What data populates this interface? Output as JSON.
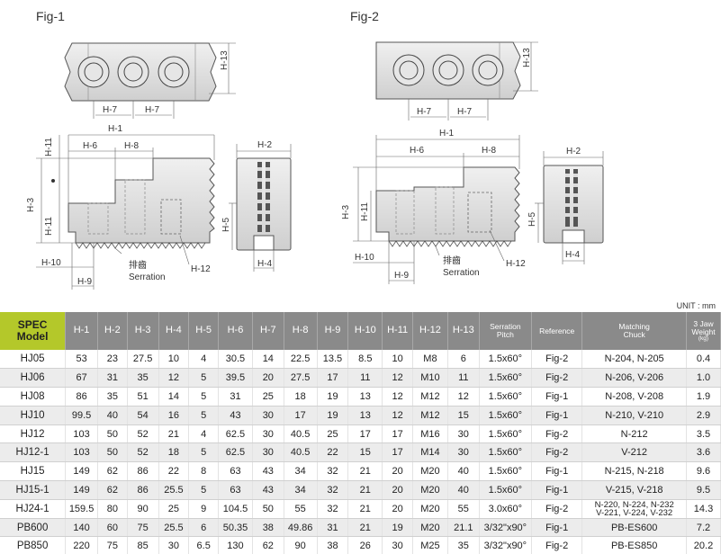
{
  "figures": {
    "fig1_label": "Fig-1",
    "fig2_label": "Fig-2",
    "fig1_dims": {
      "h13": "H-13",
      "h7a": "H-7",
      "h7b": "H-7",
      "h1": "H-1",
      "h6": "H-6",
      "h8": "H-8",
      "h11": "H-11",
      "h3": "H-3",
      "h10": "H-10",
      "h9": "H-9",
      "h12": "H-12",
      "h2": "H-2",
      "h5": "H-5",
      "h4": "H-4",
      "serration_cn": "排齒",
      "serration": "Serration"
    },
    "fig2_dims": {
      "h13": "H-13",
      "h7a": "H-7",
      "h7b": "H-7",
      "h1": "H-1",
      "h6": "H-6",
      "h8": "H-8",
      "h11": "H-11",
      "h3": "H-3",
      "h10": "H-10",
      "h9": "H-9",
      "h12": "H-12",
      "h2": "H-2",
      "h5": "H-5",
      "h4": "H-4",
      "serration_cn": "排齒",
      "serration": "Serration"
    }
  },
  "unit_label": "UNIT : mm",
  "table": {
    "headers": {
      "model_line1": "SPEC",
      "model_line2": "Model",
      "h1": "H-1",
      "h2": "H-2",
      "h3": "H-3",
      "h4": "H-4",
      "h5": "H-5",
      "h6": "H-6",
      "h7": "H-7",
      "h8": "H-8",
      "h9": "H-9",
      "h10": "H-10",
      "h11": "H-11",
      "h12": "H-12",
      "h13": "H-13",
      "pitch_line1": "Serration",
      "pitch_line2": "Pitch",
      "reference": "Reference",
      "chuck_line1": "Matching",
      "chuck_line2": "Chuck",
      "weight_line1": "3 Jaw",
      "weight_line2": "Weight",
      "weight_unit": "(kg)"
    },
    "rows": [
      {
        "model": "HJ05",
        "h1": "53",
        "h2": "23",
        "h3": "27.5",
        "h4": "10",
        "h5": "4",
        "h6": "30.5",
        "h7": "14",
        "h8": "22.5",
        "h9": "13.5",
        "h10": "8.5",
        "h11": "10",
        "h12": "M8",
        "h13": "6",
        "pitch": "1.5x60°",
        "ref": "Fig-2",
        "chuck": "N-204, N-205",
        "chuck2": "",
        "weight": "0.4"
      },
      {
        "model": "HJ06",
        "h1": "67",
        "h2": "31",
        "h3": "35",
        "h4": "12",
        "h5": "5",
        "h6": "39.5",
        "h7": "20",
        "h8": "27.5",
        "h9": "17",
        "h10": "11",
        "h11": "12",
        "h12": "M10",
        "h13": "11",
        "pitch": "1.5x60°",
        "ref": "Fig-2",
        "chuck": "N-206, V-206",
        "chuck2": "",
        "weight": "1.0"
      },
      {
        "model": "HJ08",
        "h1": "86",
        "h2": "35",
        "h3": "51",
        "h4": "14",
        "h5": "5",
        "h6": "31",
        "h7": "25",
        "h8": "18",
        "h9": "19",
        "h10": "13",
        "h11": "12",
        "h12": "M12",
        "h13": "12",
        "pitch": "1.5x60°",
        "ref": "Fig-1",
        "chuck": "N-208, V-208",
        "chuck2": "",
        "weight": "1.9"
      },
      {
        "model": "HJ10",
        "h1": "99.5",
        "h2": "40",
        "h3": "54",
        "h4": "16",
        "h5": "5",
        "h6": "43",
        "h7": "30",
        "h8": "17",
        "h9": "19",
        "h10": "13",
        "h11": "12",
        "h12": "M12",
        "h13": "15",
        "pitch": "1.5x60°",
        "ref": "Fig-1",
        "chuck": "N-210, V-210",
        "chuck2": "",
        "weight": "2.9"
      },
      {
        "model": "HJ12",
        "h1": "103",
        "h2": "50",
        "h3": "52",
        "h4": "21",
        "h5": "4",
        "h6": "62.5",
        "h7": "30",
        "h8": "40.5",
        "h9": "25",
        "h10": "17",
        "h11": "17",
        "h12": "M16",
        "h13": "30",
        "pitch": "1.5x60°",
        "ref": "Fig-2",
        "chuck": "N-212",
        "chuck2": "",
        "weight": "3.5"
      },
      {
        "model": "HJ12-1",
        "h1": "103",
        "h2": "50",
        "h3": "52",
        "h4": "18",
        "h5": "5",
        "h6": "62.5",
        "h7": "30",
        "h8": "40.5",
        "h9": "22",
        "h10": "15",
        "h11": "17",
        "h12": "M14",
        "h13": "30",
        "pitch": "1.5x60°",
        "ref": "Fig-2",
        "chuck": "V-212",
        "chuck2": "",
        "weight": "3.6"
      },
      {
        "model": "HJ15",
        "h1": "149",
        "h2": "62",
        "h3": "86",
        "h4": "22",
        "h5": "8",
        "h6": "63",
        "h7": "43",
        "h8": "34",
        "h9": "32",
        "h10": "21",
        "h11": "20",
        "h12": "M20",
        "h13": "40",
        "pitch": "1.5x60°",
        "ref": "Fig-1",
        "chuck": "N-215, N-218",
        "chuck2": "",
        "weight": "9.6"
      },
      {
        "model": "HJ15-1",
        "h1": "149",
        "h2": "62",
        "h3": "86",
        "h4": "25.5",
        "h5": "5",
        "h6": "63",
        "h7": "43",
        "h8": "34",
        "h9": "32",
        "h10": "21",
        "h11": "20",
        "h12": "M20",
        "h13": "40",
        "pitch": "1.5x60°",
        "ref": "Fig-1",
        "chuck": "V-215, V-218",
        "chuck2": "",
        "weight": "9.5"
      },
      {
        "model": "HJ24-1",
        "h1": "159.5",
        "h2": "80",
        "h3": "90",
        "h4": "25",
        "h5": "9",
        "h6": "104.5",
        "h7": "50",
        "h8": "55",
        "h9": "32",
        "h10": "21",
        "h11": "20",
        "h12": "M20",
        "h13": "55",
        "pitch": "3.0x60°",
        "ref": "Fig-2",
        "chuck": "N-220, N-224, N-232",
        "chuck2": "V-221, V-224, V-232",
        "weight": "14.3"
      },
      {
        "model": "PB600",
        "h1": "140",
        "h2": "60",
        "h3": "75",
        "h4": "25.5",
        "h5": "6",
        "h6": "50.35",
        "h7": "38",
        "h8": "49.86",
        "h9": "31",
        "h10": "21",
        "h11": "19",
        "h12": "M20",
        "h13": "21.1",
        "pitch": "3/32\"x90°",
        "ref": "Fig-1",
        "chuck": "PB-ES600",
        "chuck2": "",
        "weight": "7.2"
      },
      {
        "model": "PB850",
        "h1": "220",
        "h2": "75",
        "h3": "85",
        "h4": "30",
        "h5": "6.5",
        "h6": "130",
        "h7": "62",
        "h8": "90",
        "h9": "38",
        "h10": "26",
        "h11": "30",
        "h12": "M25",
        "h13": "35",
        "pitch": "3/32\"x90°",
        "ref": "Fig-2",
        "chuck": "PB-ES850",
        "chuck2": "",
        "weight": "20.2"
      }
    ]
  }
}
